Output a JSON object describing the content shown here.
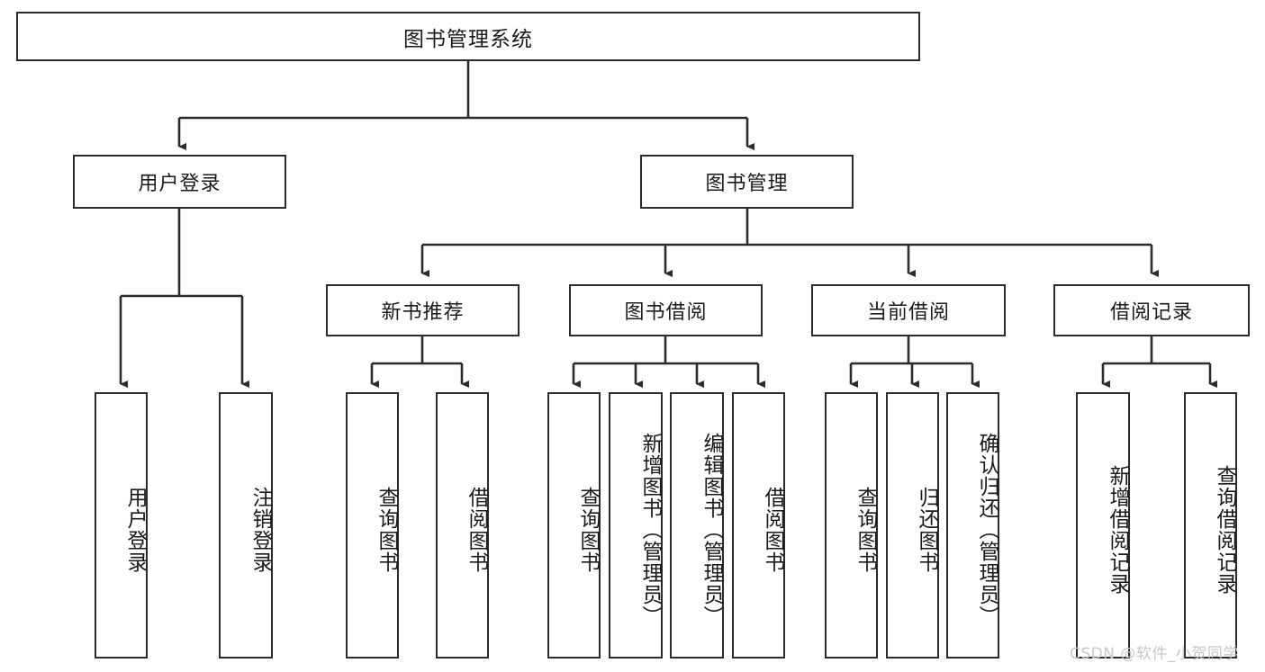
{
  "diagram": {
    "title": "图书管理系统",
    "type": "tree-hierarchy",
    "root": {
      "label": "图书管理系统"
    },
    "level2": [
      {
        "label": "用户登录"
      },
      {
        "label": "图书管理"
      }
    ],
    "level3": [
      {
        "label": "新书推荐"
      },
      {
        "label": "图书借阅"
      },
      {
        "label": "当前借阅"
      },
      {
        "label": "借阅记录"
      }
    ],
    "leaves": {
      "user_login": [
        {
          "label": "用户登录"
        },
        {
          "label": "注销登录"
        }
      ],
      "new_book_recommend": [
        {
          "label": "查询图书"
        },
        {
          "label": "借阅图书"
        }
      ],
      "book_borrow": [
        {
          "label": "查询图书"
        },
        {
          "label": "新增图书（管理员）"
        },
        {
          "label": "编辑图书（管理员）"
        },
        {
          "label": "借阅图书"
        }
      ],
      "current_borrow": [
        {
          "label": "查询图书"
        },
        {
          "label": "归还图书"
        },
        {
          "label": "确认归还（管理员）"
        }
      ],
      "borrow_record": [
        {
          "label": "新增借阅记录"
        },
        {
          "label": "查询借阅记录"
        }
      ]
    }
  },
  "watermark": {
    "text": "CSDN @软件_小贺同学"
  },
  "colors": {
    "stroke": "#2b2b2b",
    "fill": "#ffffff",
    "text": "#1a1a1a",
    "watermark": "#c8c8c8"
  }
}
